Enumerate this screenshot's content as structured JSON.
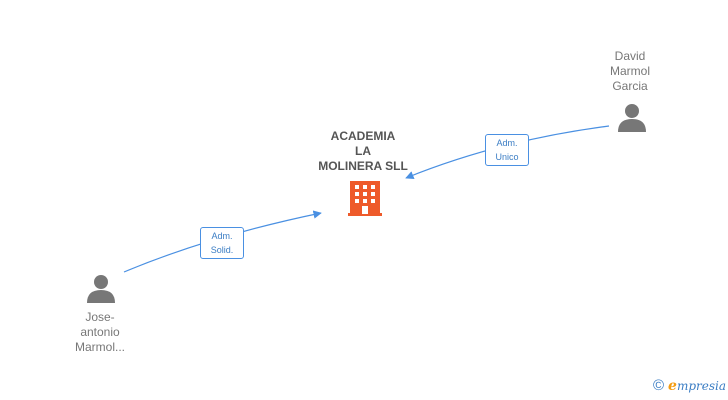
{
  "company": {
    "name_lines": [
      "ACADEMIA",
      "LA",
      "MOLINERA SLL"
    ],
    "icon": "building-icon",
    "icon_color": "#ee5a2a"
  },
  "people": [
    {
      "id": "david",
      "name_lines": [
        "David",
        "Marmol",
        "Garcia"
      ],
      "icon": "person-icon"
    },
    {
      "id": "jose",
      "name_lines": [
        "Jose-",
        "antonio",
        "Marmol..."
      ],
      "icon": "person-icon"
    }
  ],
  "relations": [
    {
      "from": "david",
      "role_lines": [
        "Adm.",
        "Unico"
      ]
    },
    {
      "from": "jose",
      "role_lines": [
        "Adm.",
        "Solid."
      ]
    }
  ],
  "footer": {
    "copyright": "©",
    "brand_initial": "e",
    "brand_rest": "mpresia"
  },
  "colors": {
    "edge": "#4a90e2",
    "person": "#777777",
    "text": "#777777"
  }
}
